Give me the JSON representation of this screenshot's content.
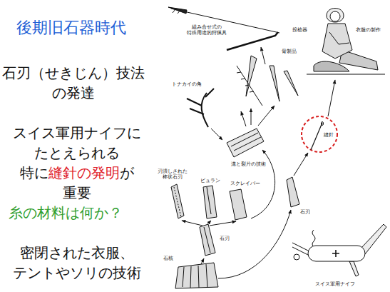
{
  "diagram": {
    "title": "後期旧石器時代",
    "labels": [
      "石刃（せきじん）技法 の発達",
      "スイス軍用ナイフに たとえられる",
      "特に",
      "縫針の発明",
      "が",
      "重要",
      "糸の材料は何か？",
      "密閉された衣服、 テントやソリの技術",
      "組み合せ式の 特殊用途的狩猟具",
      "投槍器",
      "骨製品",
      "衣服の製作",
      "トナカイの角",
      "溝と裂片の技術",
      "縫針",
      "刃潰しされた 棒状石刃",
      "ビュラン",
      "スクレイパー",
      "石刃",
      "石刃",
      "石核",
      "スイス軍用ナイフ"
    ]
  }
}
